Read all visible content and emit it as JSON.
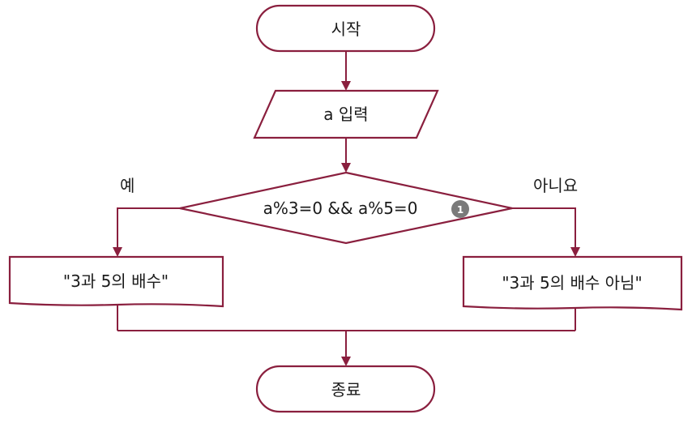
{
  "colors": {
    "stroke": "#8a1f3e",
    "badge": "#7a7a7a",
    "text": "#1a1a1a"
  },
  "nodes": {
    "start": {
      "label": "시작"
    },
    "input": {
      "label": "a 입력"
    },
    "decision": {
      "label": "a%3=0 && a%5=0",
      "badge": "1"
    },
    "output_yes": {
      "label": "\"3과 5의 배수\""
    },
    "output_no": {
      "label": "\"3과 5의 배수 아님\""
    },
    "end": {
      "label": "종료"
    }
  },
  "branches": {
    "yes": "예",
    "no": "아니요"
  }
}
